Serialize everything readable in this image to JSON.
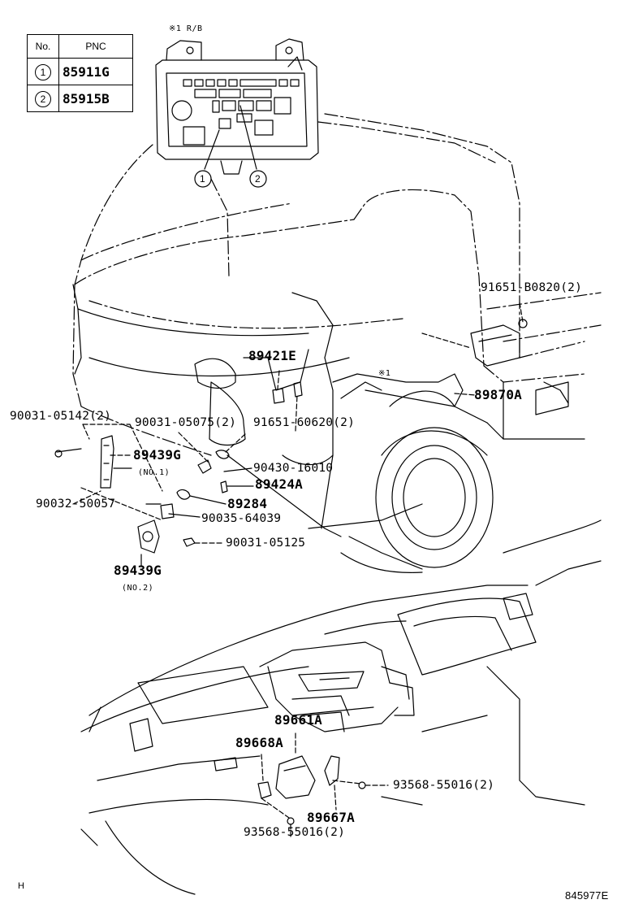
{
  "table": {
    "header_no": "No.",
    "header_pnc": "PNC",
    "rows": [
      {
        "no": "1",
        "pnc": "85911G"
      },
      {
        "no": "2",
        "pnc": "85915B"
      }
    ]
  },
  "rb_note": "※1 R/B",
  "callouts": {
    "c1": "1",
    "c2": "2",
    "star1": "※1"
  },
  "labels": {
    "p91651b": "91651-B0820(2)",
    "p89421e": "89421E",
    "p89870a": "89870A",
    "p90031_05142": "90031-05142(2)",
    "p90031_05075": "90031-05075(2)",
    "p91651_60620": "91651-60620(2)",
    "p89439g_1": "89439G",
    "no1": "(NO.1)",
    "p90430": "90430-16010",
    "p89424a": "89424A",
    "p90032": "90032-50057",
    "p89284": "89284",
    "p90035": "90035-64039",
    "p90031_05125": "90031-05125",
    "p89439g_2": "89439G",
    "no2": "(NO.2)",
    "p89661a": "89661A",
    "p89668a": "89668A",
    "p93568_r": "93568-55016(2)",
    "p89667a": "89667A",
    "p93568_b": "93568-55016(2)"
  },
  "footer": {
    "left": "H",
    "right": "845977E"
  }
}
